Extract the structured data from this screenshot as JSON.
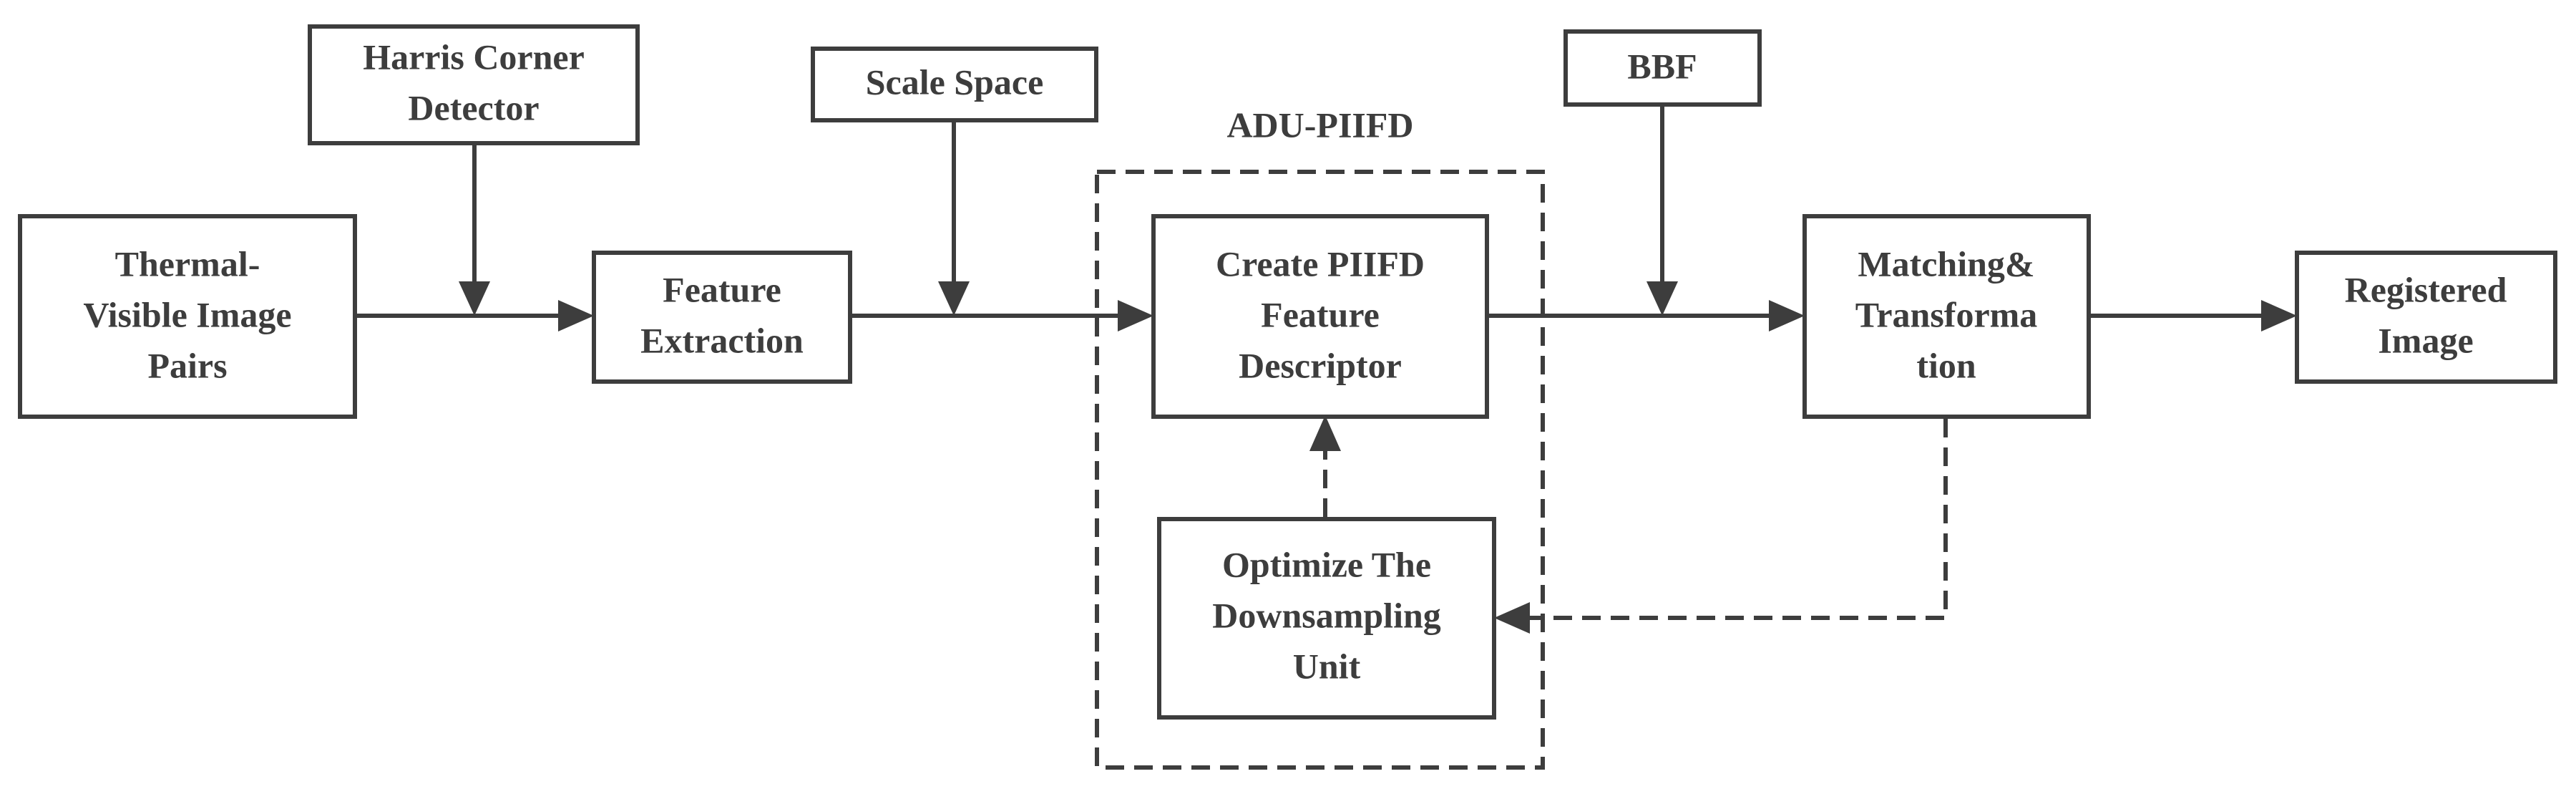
{
  "diagram": {
    "colors": {
      "stroke": "#3d3d3d",
      "text": "#3d3d3d",
      "background": "#ffffff"
    },
    "group_title": "ADU-PIIFD",
    "nodes": {
      "thermal_visible": [
        "Thermal-",
        "Visible Image",
        "Pairs"
      ],
      "harris": [
        "Harris Corner",
        "Detector"
      ],
      "feature_extraction": [
        "Feature",
        "Extraction"
      ],
      "scale_space": [
        "Scale Space"
      ],
      "create_piifd": [
        "Create PIIFD",
        "Feature",
        "Descriptor"
      ],
      "optimize": [
        "Optimize The",
        "Downsampling",
        "Unit"
      ],
      "bbf": [
        "BBF"
      ],
      "matching": [
        "Matching&",
        "Transforma",
        "tion"
      ],
      "registered": [
        "Registered",
        "Image"
      ]
    }
  }
}
